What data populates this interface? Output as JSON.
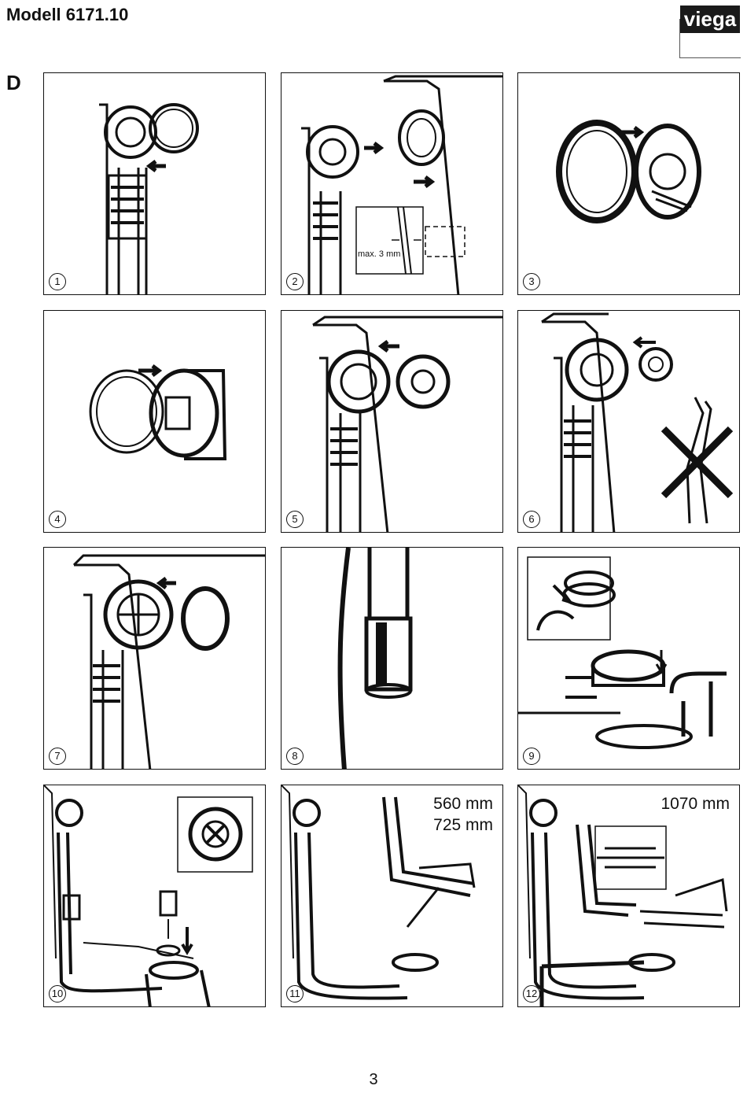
{
  "header": {
    "model": "Modell 6171.10",
    "brand": "viega"
  },
  "section_label": "D",
  "steps": [
    {
      "number": "1"
    },
    {
      "number": "2",
      "callout": "max. 3 mm"
    },
    {
      "number": "3"
    },
    {
      "number": "4"
    },
    {
      "number": "5"
    },
    {
      "number": "6"
    },
    {
      "number": "7"
    },
    {
      "number": "8"
    },
    {
      "number": "9"
    },
    {
      "number": "10"
    },
    {
      "number": "11",
      "measure_1": "560 mm",
      "measure_2": "725 mm"
    },
    {
      "number": "12",
      "measure_1": "1070 mm"
    }
  ],
  "page_number": "3"
}
